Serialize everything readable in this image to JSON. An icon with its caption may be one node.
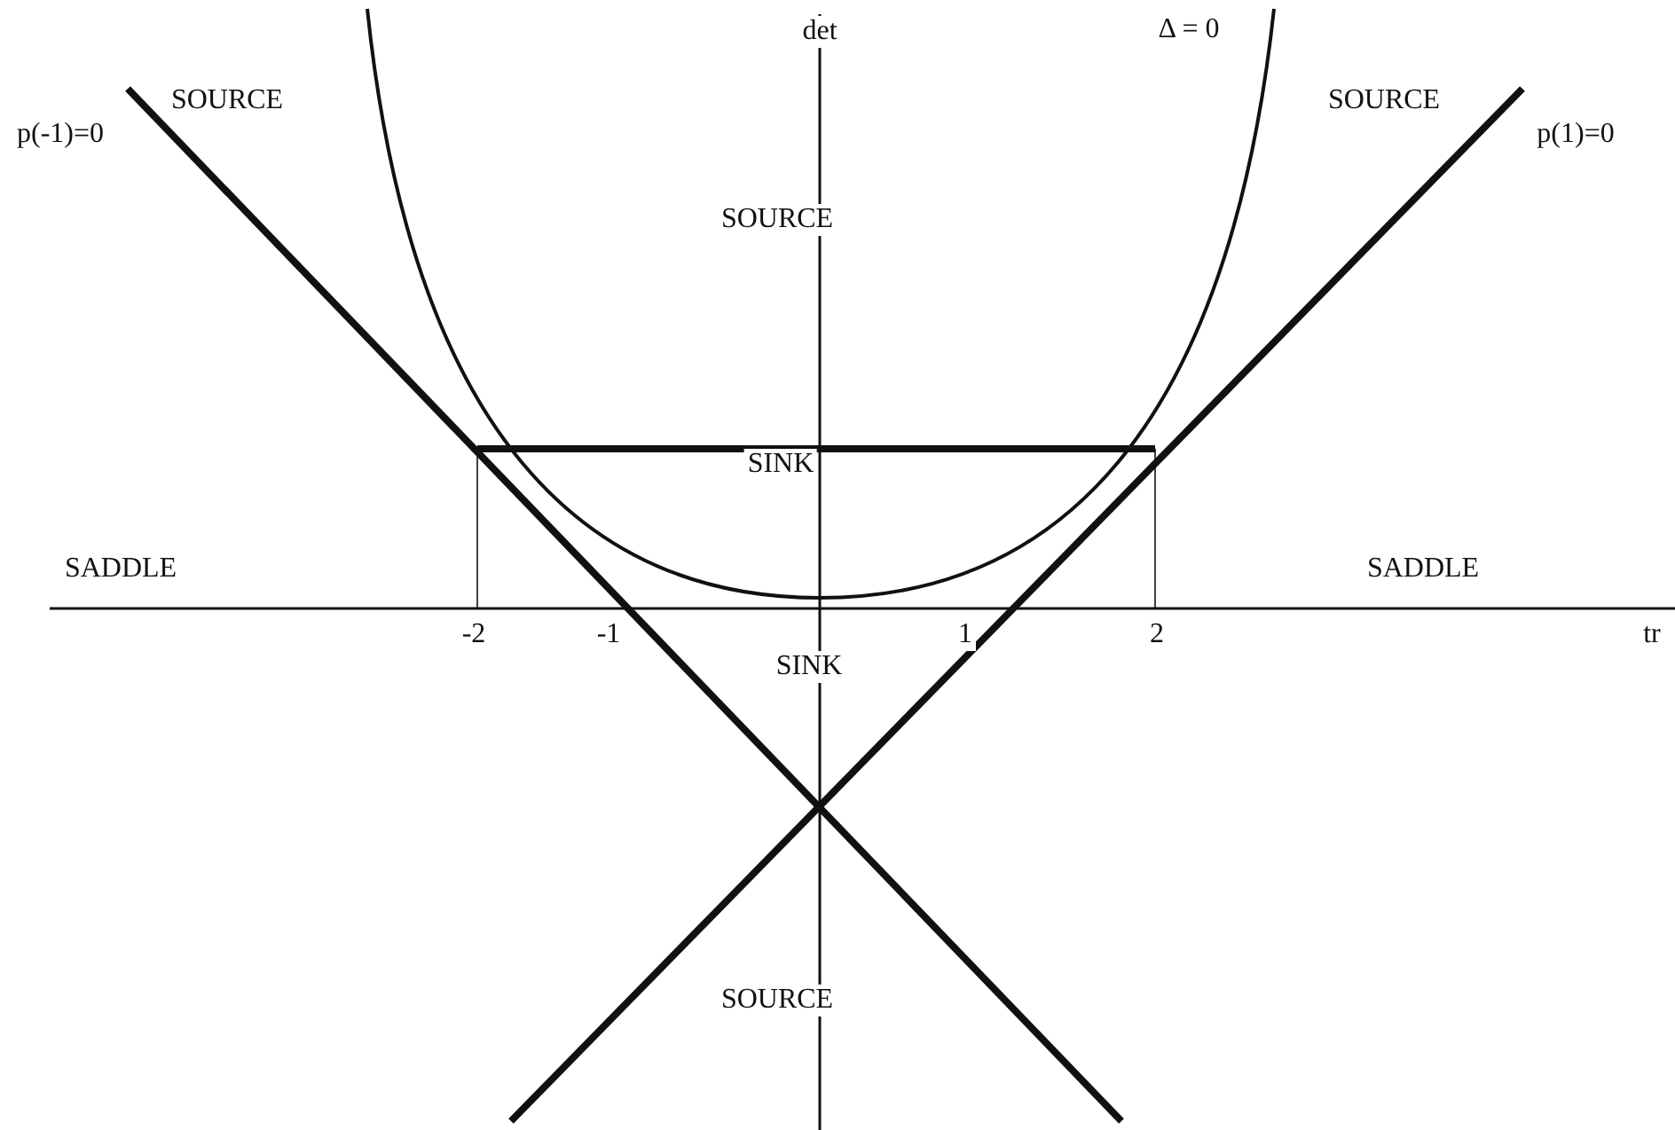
{
  "diagram": {
    "labels": [
      "det",
      "Δ = 0",
      "SOURCE",
      "SOURCE",
      "p(-1)=0",
      "p(1)=0",
      "SOURCE",
      "SINK",
      "SADDLE",
      "SADDLE",
      "-2",
      "-1",
      "1",
      "2",
      "tr",
      "SINK",
      "SOURCE"
    ]
  }
}
